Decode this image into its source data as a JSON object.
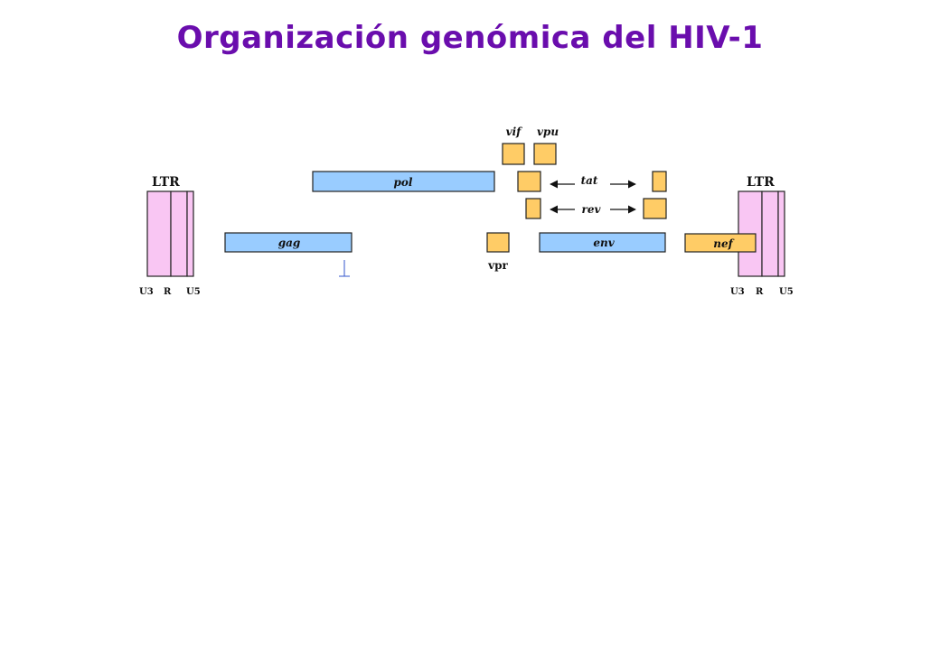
{
  "title": "Organización genómica del HIV-1",
  "colors": {
    "title": "#6a0dad",
    "ltr_fill": "#f9c6f3",
    "gene_blue": "#99ccff",
    "gene_orange": "#ffcc66",
    "stroke": "#222222"
  },
  "genes": {
    "gag": "gag",
    "pol": "pol",
    "env": "env",
    "nef": "nef",
    "vif": "vif",
    "vpu": "vpu",
    "vpr": "vpr",
    "tat": "tat",
    "rev": "rev"
  },
  "ltr_left": {
    "label": "LTR",
    "regions": [
      "U3",
      "R",
      "U5"
    ]
  },
  "ltr_right": {
    "label": "LTR",
    "regions": [
      "U3",
      "R",
      "U5"
    ]
  }
}
